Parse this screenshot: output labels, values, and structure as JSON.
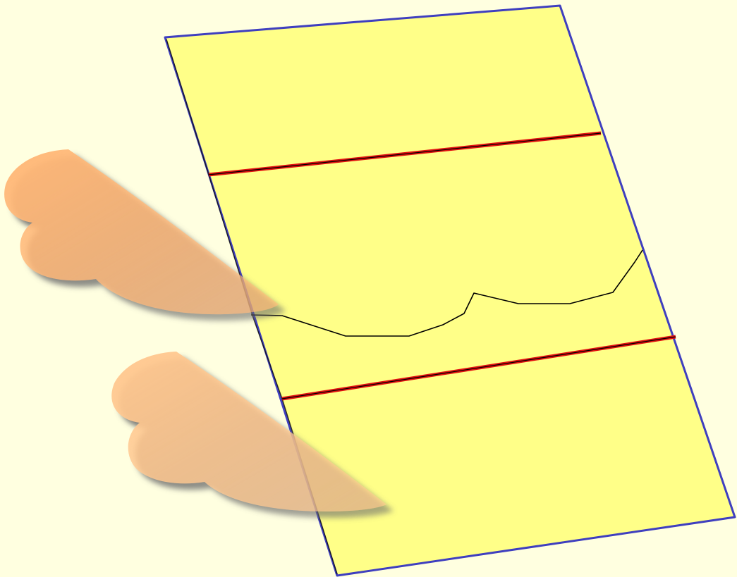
{
  "diagram": {
    "colors": {
      "background": "#ffffe0",
      "sheet_fill": "#ffff88",
      "sheet_border": "#3f3fbf",
      "boundary_line": "#e01010",
      "boundary_line_core": "#000000",
      "profile_line": "#000000",
      "cloud_fill": "#ffb878",
      "cloud_fill_light": "#ffc890",
      "cloud_shadow": "#6b6b6b"
    },
    "shapes": {
      "sheet": "parallelogram-panel",
      "upper_boundary": "red-line",
      "lower_boundary": "red-line",
      "profile": "polyline",
      "clouds": [
        "cloud-shape",
        "cloud-shape"
      ]
    }
  }
}
